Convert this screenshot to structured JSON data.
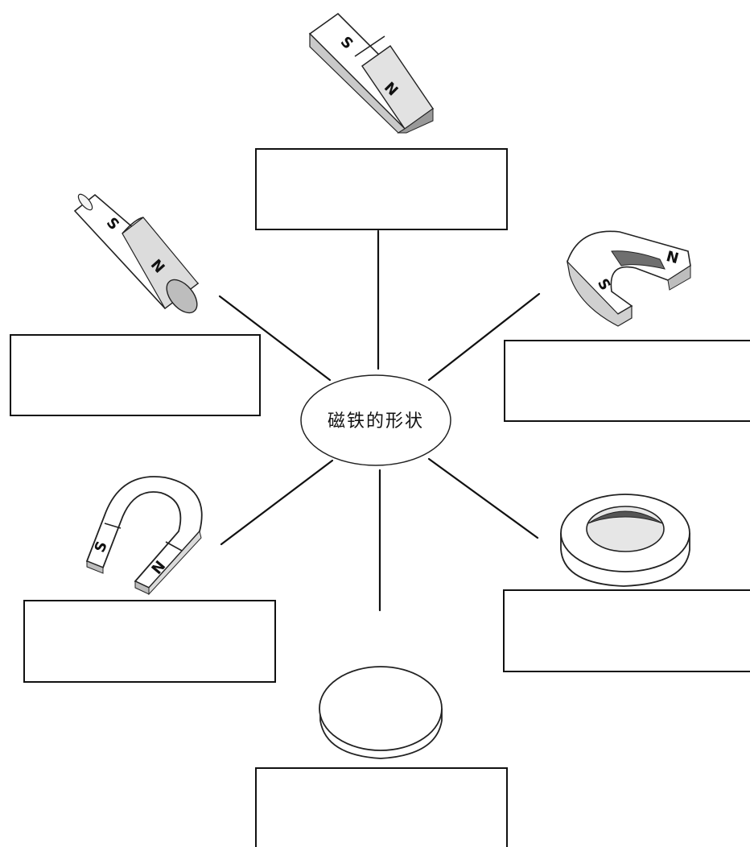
{
  "center": {
    "label": "磁铁的形状"
  },
  "magnets": [
    {
      "id": "bar",
      "shape_name": "bar-magnet",
      "poles": [
        "S",
        "N"
      ],
      "answer": ""
    },
    {
      "id": "cylinder",
      "shape_name": "cylinder-magnet",
      "poles": [
        "S",
        "N"
      ],
      "answer": ""
    },
    {
      "id": "u-shape",
      "shape_name": "u-magnet",
      "poles": [
        "S",
        "N"
      ],
      "answer": ""
    },
    {
      "id": "horseshoe",
      "shape_name": "horseshoe-magnet",
      "poles": [
        "S",
        "N"
      ],
      "answer": ""
    },
    {
      "id": "ring",
      "shape_name": "ring-magnet",
      "poles": [],
      "answer": ""
    },
    {
      "id": "disc",
      "shape_name": "disc-magnet",
      "poles": [],
      "answer": ""
    }
  ],
  "colors": {
    "line": "#111111",
    "shade": "#d6d6d6",
    "background": "#ffffff"
  }
}
